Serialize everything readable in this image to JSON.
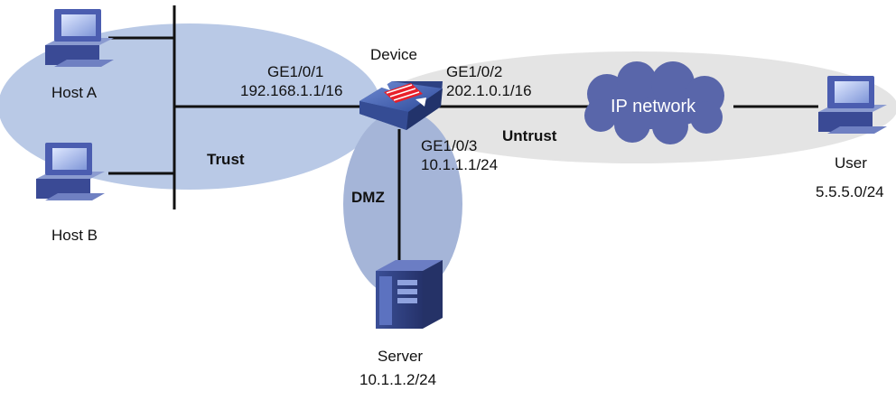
{
  "diagram": {
    "zones": {
      "trust": "Trust",
      "untrust": "Untrust",
      "dmz": "DMZ"
    },
    "device": {
      "name": "Device",
      "ports": {
        "ge1_0_1": {
          "name": "GE1/0/1",
          "ip": "192.168.1.1/16"
        },
        "ge1_0_2": {
          "name": "GE1/0/2",
          "ip": "202.1.0.1/16"
        },
        "ge1_0_3": {
          "name": "GE1/0/3",
          "ip": "10.1.1.1/24"
        }
      }
    },
    "hosts": {
      "host_a": {
        "name": "Host A"
      },
      "host_b": {
        "name": "Host B"
      },
      "server": {
        "name": "Server",
        "ip": "10.1.1.2/24"
      },
      "user": {
        "name": "User",
        "ip": "5.5.5.0/24"
      }
    },
    "cloud": {
      "label": "IP network"
    },
    "colors": {
      "trust_zone": "#b9c9e6",
      "untrust_zone": "#e4e4e4",
      "dmz_zone": "#a5b5d8",
      "cloud": "#5966aa",
      "device_body": "#3a57a8",
      "firewall_red": "#e8202a",
      "link": "#111111"
    },
    "icons": {
      "host": "desktop-computer-icon",
      "server": "tower-server-icon",
      "device": "firewall-icon",
      "cloud": "cloud-icon"
    }
  }
}
